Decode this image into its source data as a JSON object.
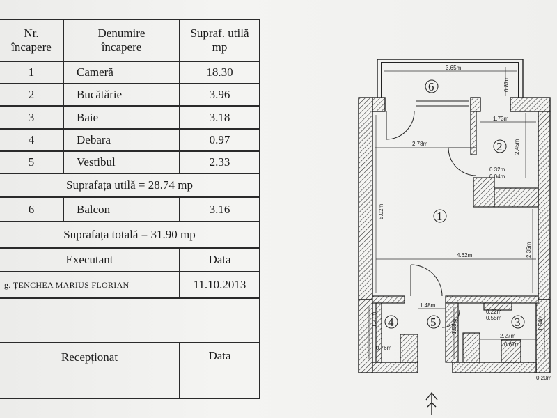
{
  "table": {
    "headers": {
      "nr": "Nr.\nîncapere",
      "name": "Denumire\nîncapere",
      "area": "Supraf. utilă\nmp"
    },
    "rooms": [
      {
        "nr": "1",
        "name": "Cameră",
        "area": "18.30"
      },
      {
        "nr": "2",
        "name": "Bucătărie",
        "area": "3.96"
      },
      {
        "nr": "3",
        "name": "Baie",
        "area": "3.18"
      },
      {
        "nr": "4",
        "name": "Debara",
        "area": "0.97"
      },
      {
        "nr": "5",
        "name": "Vestibul",
        "area": "2.33"
      }
    ],
    "useful_area": "Suprafața utilă  = 28.74 mp",
    "balcony": {
      "nr": "6",
      "name": "Balcon",
      "area": "3.16"
    },
    "total_area": "Suprafața totală  = 31.90 mp",
    "executant_label": "Executant",
    "date_label": "Data",
    "executant_name": "g. ȚENCHEA MARIUS FLORIAN",
    "executant_date": "11.10.2013",
    "receptionat_label": "Recepționat",
    "receptionat_date_label": "Data"
  },
  "plan": {
    "room_numbers": [
      "1",
      "2",
      "3",
      "4",
      "5",
      "6"
    ],
    "dimensions": {
      "balcony_width": "3.65m",
      "balcony_depth": "0.87m",
      "kitchen_width": "1.73m",
      "kitchen_depth": "2.45m",
      "room_width_top": "2.78m",
      "room_depth_left": "5.02m",
      "room_depth_right": "2.35m",
      "room_width_bottom": "4.62m",
      "wall_a": "0.32m",
      "wall_b": "0.04m",
      "hall_width": "1.48m",
      "hall_depth": "1.58m",
      "closet_depth": "1.27m",
      "closet_width": "0.76m",
      "bath_width": "2.27m",
      "bath_depth": "1.54m",
      "bath_a": "0.22m",
      "bath_b": "0.55m",
      "bath_c": "0.67m",
      "corner": "0.20m"
    }
  }
}
